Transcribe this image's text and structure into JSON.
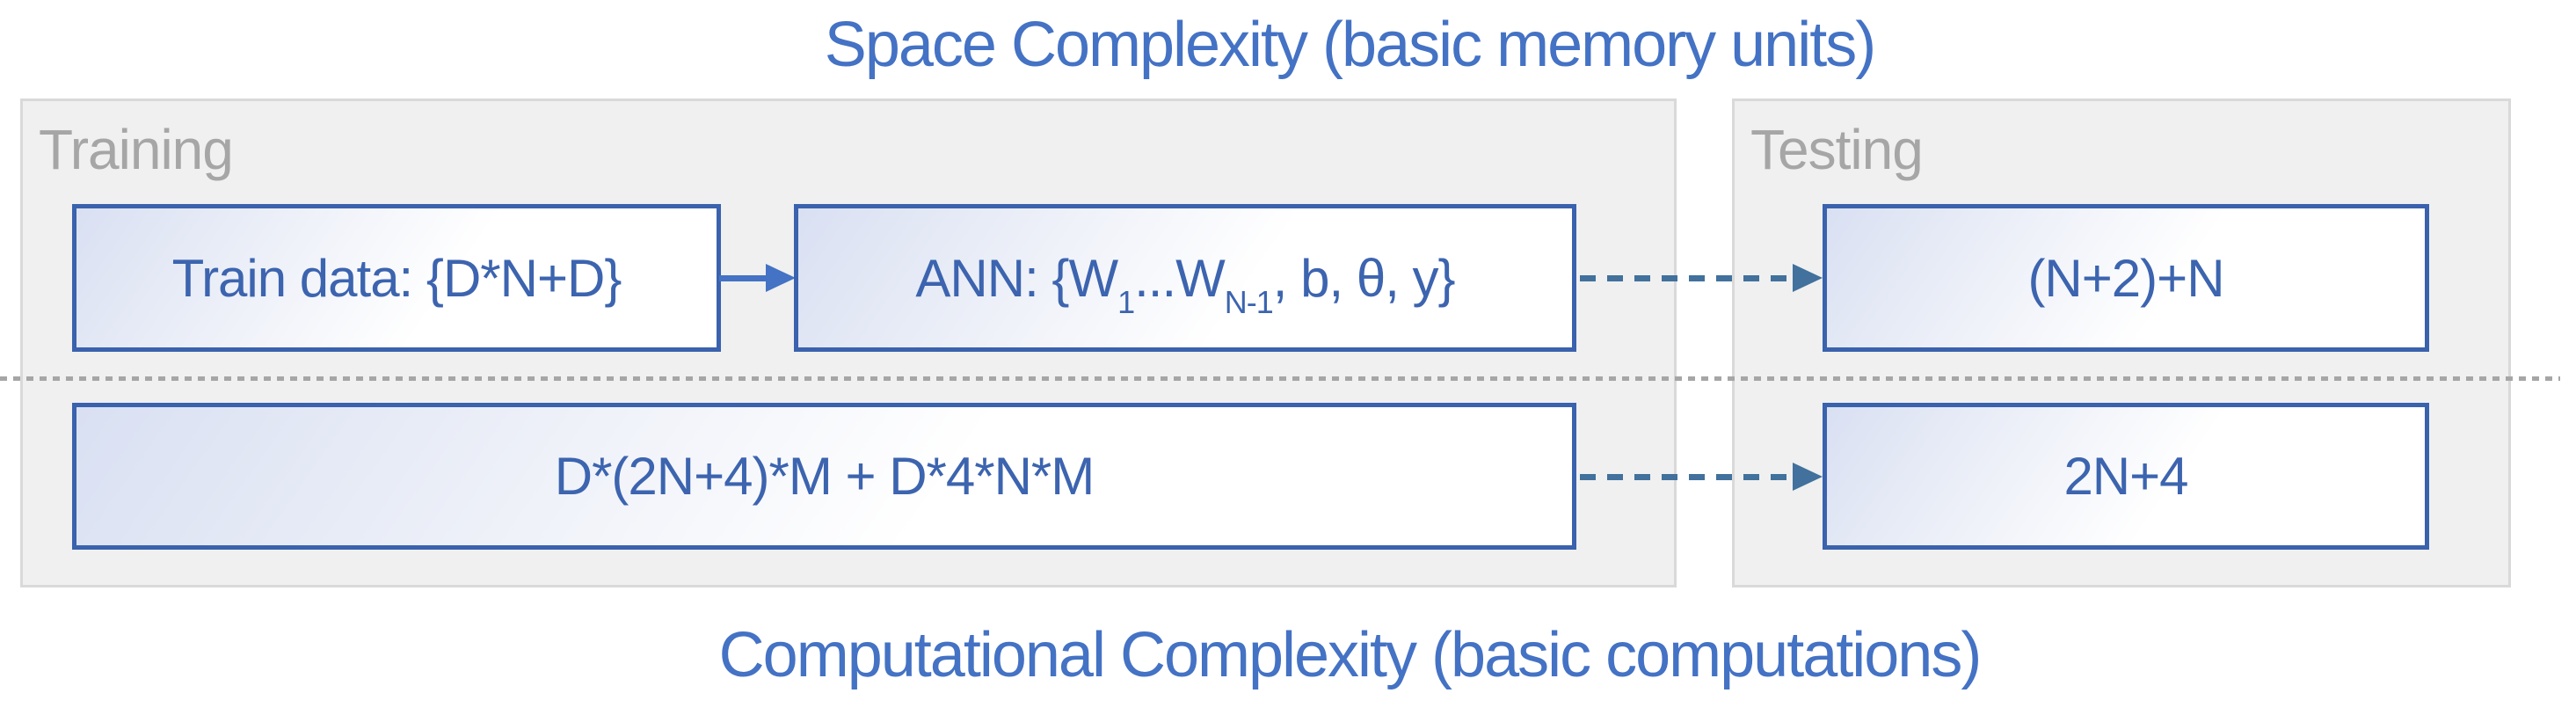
{
  "titles": {
    "top": "Space Complexity (basic memory units)",
    "bottom": "Computational Complexity (basic computations)"
  },
  "panels": {
    "training": {
      "label": "Training"
    },
    "testing": {
      "label": "Testing"
    }
  },
  "boxes": {
    "train_data": {
      "text": "Train data: {D*N+D}"
    },
    "ann": {
      "prefix": "ANN: {W",
      "sub1": "1",
      "mid": "...W",
      "sub2": "N-1",
      "suffix": ", b, θ, y}"
    },
    "space_testing": {
      "text": "(N+2)+N"
    },
    "compute_training": {
      "text": "D*(2N+4)*M + D*4*N*M"
    },
    "compute_testing": {
      "text": "2N+4"
    }
  },
  "colors": {
    "title_blue": "#4472C4",
    "box_border_blue": "#3A62AD",
    "box_text_blue": "#3C64AF",
    "solid_arrow_blue": "#4472C4",
    "dashed_arrow_blue": "#41719C",
    "panel_fill": "#F0F0F0",
    "panel_border": "#D9D9D9",
    "label_gray": "#A6A6A6",
    "divider_gray": "#A6A6A6",
    "box_gradient_start": "#D9E0F2"
  }
}
